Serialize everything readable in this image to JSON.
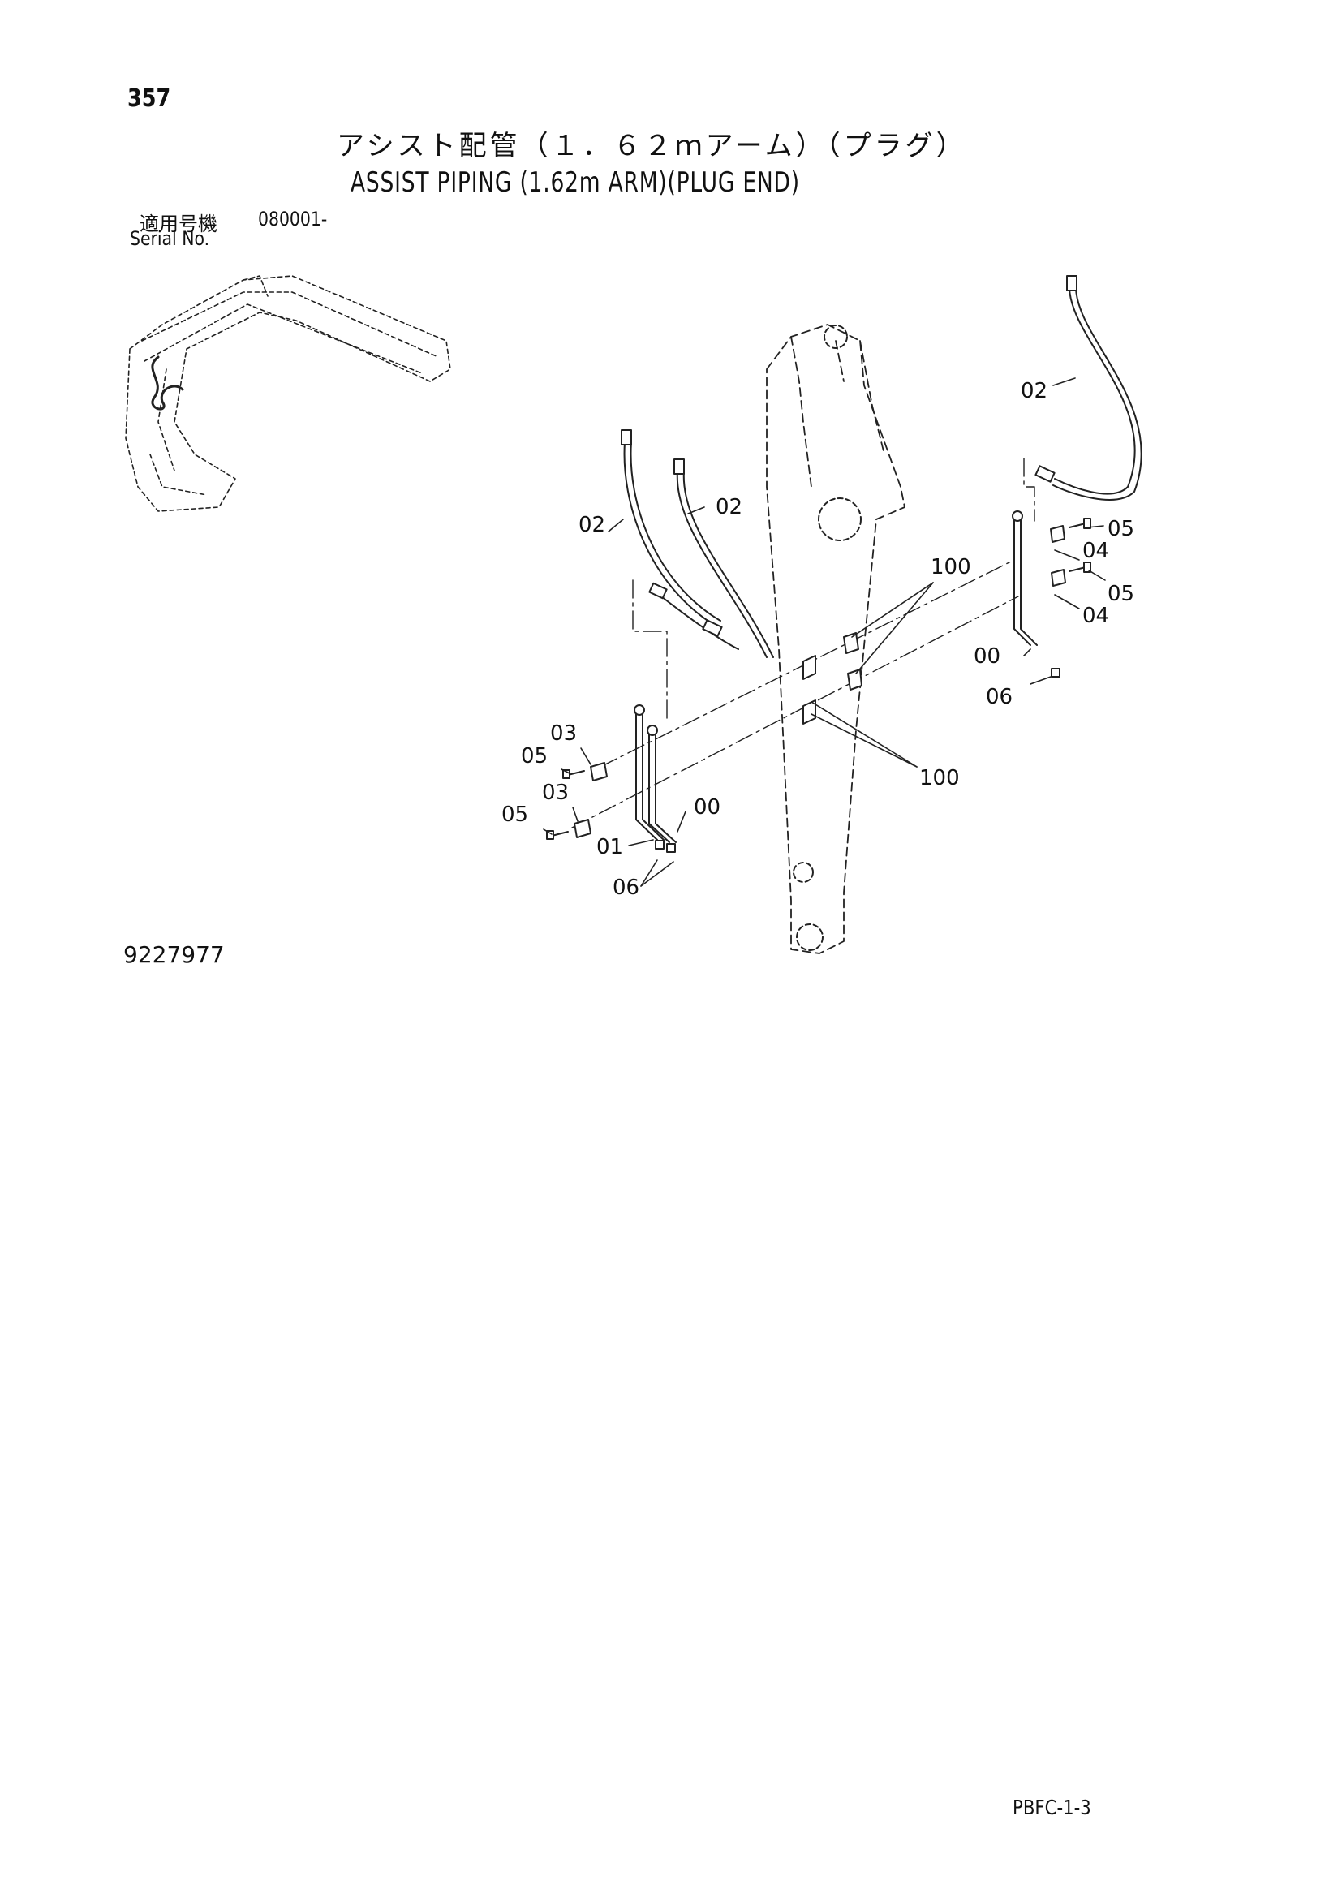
{
  "header": {
    "page_number": "357",
    "title_jp": "アシスト配管（１．６２ｍアーム）（プラグ）",
    "title_en": "ASSIST PIPING (1.62m ARM)(PLUG END)",
    "serial_label_jp": "適用号機",
    "serial_value": "080001-",
    "serial_label_en": "Serial No."
  },
  "drawing_number": "9227977",
  "page_code": "PBFC-1-3",
  "callouts": {
    "c02a": "02",
    "c02b": "02",
    "c02c": "02",
    "c05a": "05",
    "c04a": "04",
    "c05b": "05",
    "c04b": "04",
    "c100a": "100",
    "c00a": "00",
    "c06a": "06",
    "c03a": "03",
    "c05c": "05",
    "c03b": "03",
    "c05d": "05",
    "c100b": "100",
    "c00b": "00",
    "c01": "01",
    "c06b": "06"
  }
}
